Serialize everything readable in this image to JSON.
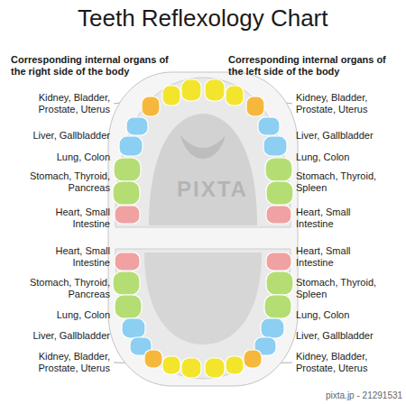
{
  "diagram": {
    "title": "Teeth Reflexology Chart",
    "labels": [
      "Corresponding internal organs of the right side of the body",
      "Corresponding internal organs of the left side of the body",
      "Kidney, Bladder, Prostate, Uterus",
      "Kidney, Bladder, Prostate, Uterus",
      "Liver, Gallbladder",
      "Liver, Gallbladder",
      "Lung, Colon",
      "Lung, Colon",
      "Stomach, Thyroid, Pancreas",
      "Stomach, Thyroid, Spleen",
      "Heart, Small Intestine",
      "Heart, Small Intestine",
      "Heart, Small Intestine",
      "Heart, Small Intestine",
      "Stomach, Thyroid, Pancreas",
      "Stomach, Thyroid, Spleen",
      "Lung, Colon",
      "Lung, Colon",
      "Liver, Gallbladder",
      "Liver, Gallbladder",
      "Kidney, Bladder, Prostate, Uterus",
      "Kidney, Bladder, Prostate, Uterus",
      "PIXTA",
      "pixta.jp - 21291531"
    ]
  }
}
